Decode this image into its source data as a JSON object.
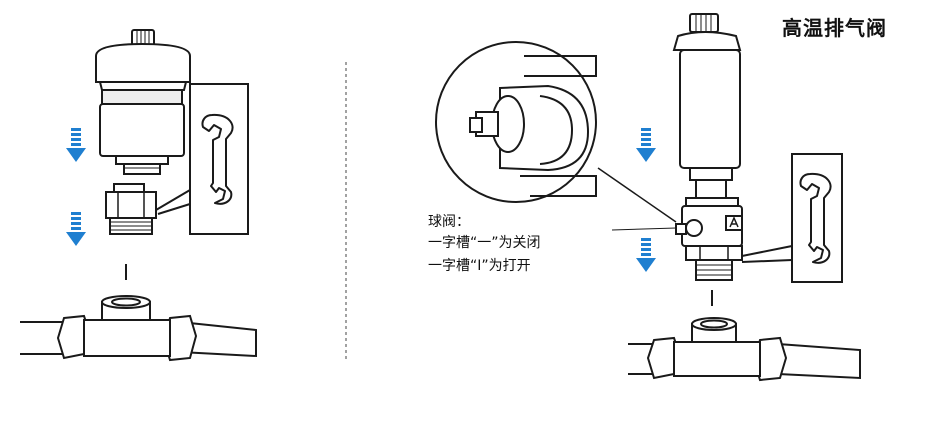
{
  "title": "高温排气阀",
  "ball_valve": {
    "label": "球阀：",
    "line1": "一字槽“一”为关闭",
    "line2": "一字槽“I”为打开"
  },
  "colors": {
    "arrow": "#1f7fd0",
    "line": "#1a1a1a",
    "background": "#ffffff"
  },
  "icons": [
    "down-arrow-icon",
    "wrench-icon"
  ]
}
